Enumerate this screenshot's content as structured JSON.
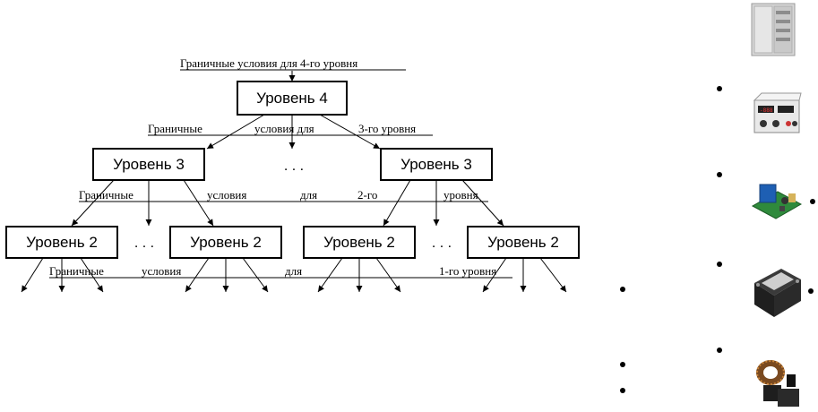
{
  "diagram": {
    "top_condition": "Граничные условия для 4-го уровня",
    "level4": "Уровень 4",
    "level3": "Уровень 3",
    "level2": "Уровень 2",
    "cond3": [
      "Граничные",
      "условия для",
      "3-го уровня"
    ],
    "cond2": [
      "Граничные",
      "условия",
      "для",
      "2-го",
      "уровня"
    ],
    "cond1": [
      "Граничные",
      "условия",
      "для",
      "1-го уровня"
    ],
    "ellipsis": ". . ."
  },
  "pictures": [
    "electrical-cabinet-icon",
    "power-supply-icon",
    "relay-board-icon",
    "solid-state-relay-icon",
    "inductor-components-icon"
  ]
}
